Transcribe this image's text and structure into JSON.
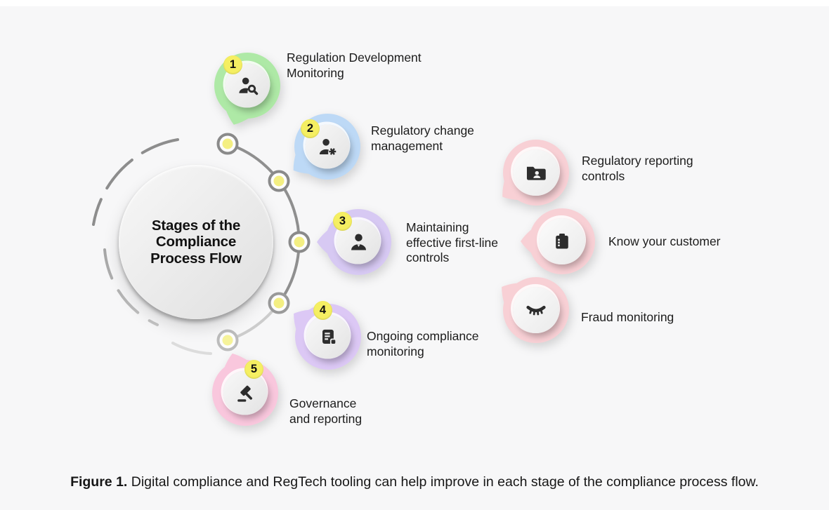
{
  "title": "Stages of the\nCompliance\nProcess Flow",
  "stages": [
    {
      "number": "1",
      "label": "Regulation Development\nMonitoring",
      "icon": "person-search-icon",
      "color": "#aee9a6"
    },
    {
      "number": "2",
      "label": "Regulatory change\nmanagement",
      "icon": "person-gear-icon",
      "color": "#bdd9f6"
    },
    {
      "number": "3",
      "label": "Maintaining\neffective first-line\ncontrols",
      "icon": "person-icon",
      "color": "#d7c9f3"
    },
    {
      "number": "4",
      "label": "Ongoing compliance\nmonitoring",
      "icon": "document-icon",
      "color": "#dcc8f5"
    },
    {
      "number": "5",
      "label": "Governance\nand reporting",
      "icon": "gavel-icon",
      "color": "#f9c7dd"
    }
  ],
  "capabilities": [
    {
      "label": "Regulatory reporting\ncontrols",
      "icon": "folder-user-icon",
      "color": "#f8d0d5"
    },
    {
      "label": "Know your customer",
      "icon": "clipboard-icon",
      "color": "#f8d0d5"
    },
    {
      "label": "Fraud monitoring",
      "icon": "closed-eye-icon",
      "color": "#f8d0d5"
    }
  ],
  "colors": {
    "badge_yellow": "#f5ef62",
    "node_yellow": "#f4ef82",
    "arc_gray": "#8f8f8f",
    "icon_dark": "#2d2d2d",
    "background": "#f7f7f8"
  },
  "caption": {
    "prefix": "Figure 1.",
    "text": " Digital compliance and RegTech tooling can help improve in each stage of the compliance process flow."
  }
}
